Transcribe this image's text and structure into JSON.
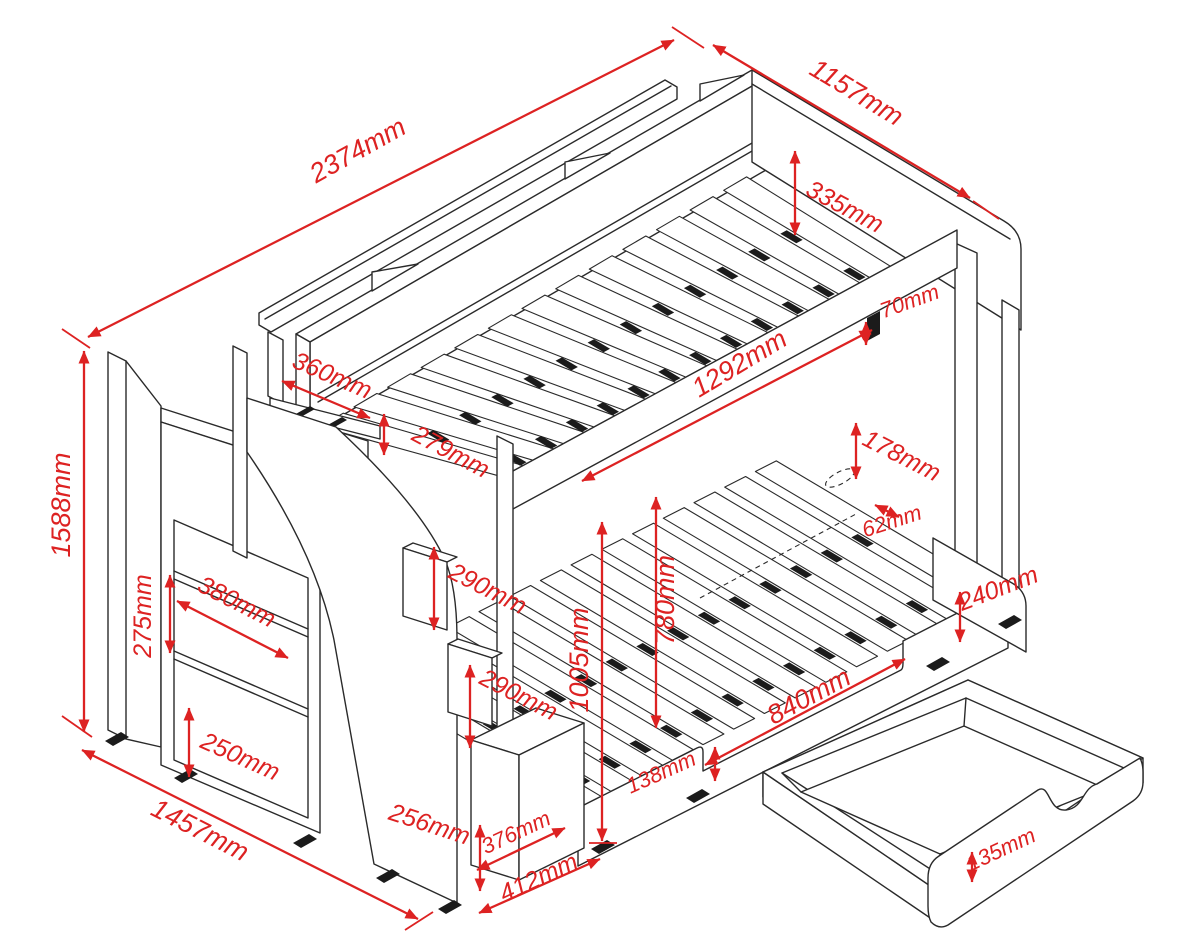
{
  "drawing": {
    "subject": "Dimensioned technical line drawing of a bunk bed with headboard shelves, side wardrobe, staircase and pull-out under-bed drawer",
    "units": "mm",
    "colors": {
      "line_art": "#2a2a2a",
      "dimension_red": "#dd2222",
      "background": "#ffffff"
    }
  },
  "dims": {
    "d2374": "2374mm",
    "d1157": "1157mm",
    "d335": "335mm",
    "d70": "70mm",
    "d1292": "1292mm",
    "d360": "360mm",
    "d279": "279mm",
    "d178": "178mm",
    "d62": "62mm",
    "d1588": "1588mm",
    "d275": "275mm",
    "d380": "380mm",
    "d250": "250mm",
    "d290a": "290mm",
    "d290b": "290mm",
    "d1005": "1005mm",
    "d780": "780mm",
    "d240": "240mm",
    "d840": "840mm",
    "d138": "138mm",
    "d1457": "1457mm",
    "d256": "256mm",
    "d376": "376mm",
    "d412": "412mm",
    "d135": "135mm"
  }
}
